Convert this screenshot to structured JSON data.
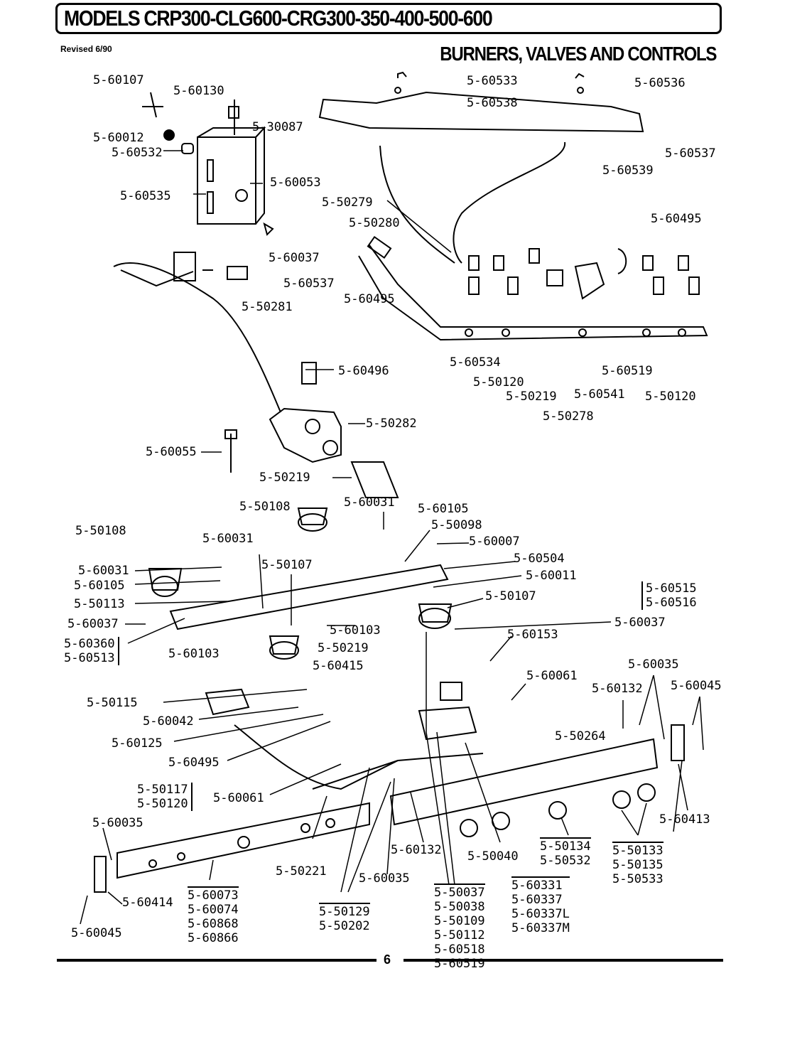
{
  "header": {
    "title": "MODELS CRP300-CLG600-CRG300-350-400-500-600",
    "revised": "Revised 6/90",
    "section": "BURNERS, VALVES AND CONTROLS"
  },
  "labels": {
    "p60107": "5-60107",
    "p60130": "5-60130",
    "p30087": "5-30087",
    "p60012": "5-60012",
    "p60532": "5-60532",
    "p60535": "5-60535",
    "p60053": "5-60053",
    "p60037a": "5-60037",
    "p60537a": "5-60537",
    "p50281": "5-50281",
    "p60533": "5-60533",
    "p60538": "5-60538",
    "p60536": "5-60536",
    "p60537b": "5-60537",
    "p60539": "5-60539",
    "p50279": "5-50279",
    "p50280": "5-50280",
    "p60495a": "5-60495",
    "p60495b": "5-60495",
    "p60534": "5-60534",
    "p50120a": "5-50120",
    "p50219a": "5-50219",
    "p60541": "5-60541",
    "p60519a": "5-60519",
    "p50278": "5-50278",
    "p50120b": "5-50120",
    "p60496": "5-60496",
    "p50282": "5-50282",
    "p60055": "5-60055",
    "p50219b": "5-50219",
    "p50108a": "5-50108",
    "p60031a": "5-60031",
    "p60105a": "5-60105",
    "p50098": "5-50098",
    "p60007": "5-60007",
    "p50108b": "5-50108",
    "p60031b": "5-60031",
    "p60504": "5-60504",
    "p60011": "5-60011",
    "p60031c": "5-60031",
    "p50107a": "5-50107",
    "p60105b": "5-60105",
    "p50107b": "5-50107",
    "p50113": "5-50113",
    "p60037b": "5-60037",
    "p60103a": "5-60103",
    "p60037c": "5-60037",
    "p60103b": "5-60103",
    "p60153": "5-60153",
    "p50219c": "5-50219",
    "p60415": "5-60415",
    "p60061a": "5-60061",
    "p60035a": "5-60035",
    "p60132a": "5-60132",
    "p60045a": "5-60045",
    "p50115": "5-50115",
    "p60042": "5-60042",
    "p60125": "5-60125",
    "p60495c": "5-60495",
    "p50264": "5-50264",
    "p60061b": "5-60061",
    "p60413": "5-60413",
    "p60035b": "5-60035",
    "p60132b": "5-60132",
    "p50040": "5-50040",
    "p50221": "5-50221",
    "p60035c": "5-60035",
    "p60414": "5-60414",
    "p60045b": "5-60045"
  },
  "groups": {
    "g60515": [
      "5-60515",
      "5-60516"
    ],
    "g60360": [
      "5-60360",
      "5-60513"
    ],
    "g50117": [
      "5-50117",
      "5-50120"
    ],
    "g50134": [
      "5-50134",
      "5-50532"
    ],
    "g50133": [
      "5-50133",
      "5-50135",
      "5-50533"
    ],
    "g60331": [
      "5-60331",
      "5-60337",
      "5-60337L",
      "5-60337M"
    ],
    "g50037": [
      "5-50037",
      "5-50038",
      "5-50109",
      "5-50112",
      "5-60518",
      "5-60519"
    ],
    "g50129": [
      "5-50129",
      "5-50202"
    ],
    "g60073": [
      "5-60073",
      "5-60074",
      "5-60868",
      "5-60866"
    ]
  },
  "footer": {
    "page": "6"
  }
}
